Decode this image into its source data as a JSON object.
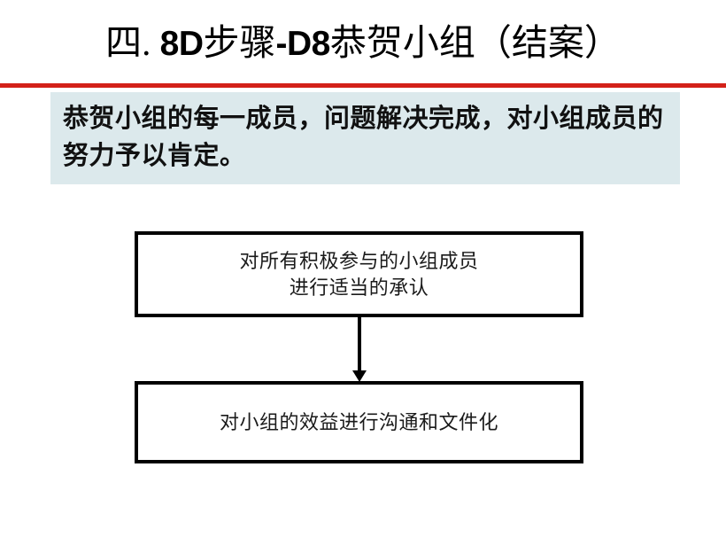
{
  "slide": {
    "title": {
      "part_1": "四. ",
      "latin_1": "8D",
      "part_2": "步骤",
      "latin_2": "-D8",
      "part_3": "恭贺小组（结案）",
      "full_text": "四. 8D步骤-D8恭贺小组（结案）"
    },
    "divider_color": "#d32119",
    "subtitle": {
      "text": "恭贺小组的每一成员，问题解决完成，对小组成员的努力予以肯定。",
      "background_color": "#dce9ec"
    },
    "flow": {
      "boxes": [
        {
          "line_1": "对所有积极参与的小组成员",
          "line_2": "进行适当的承认"
        },
        {
          "line_1": "对小组的效益进行沟通和文件化",
          "line_2": ""
        }
      ],
      "connector": "down-arrow",
      "border_color": "#000000"
    }
  }
}
